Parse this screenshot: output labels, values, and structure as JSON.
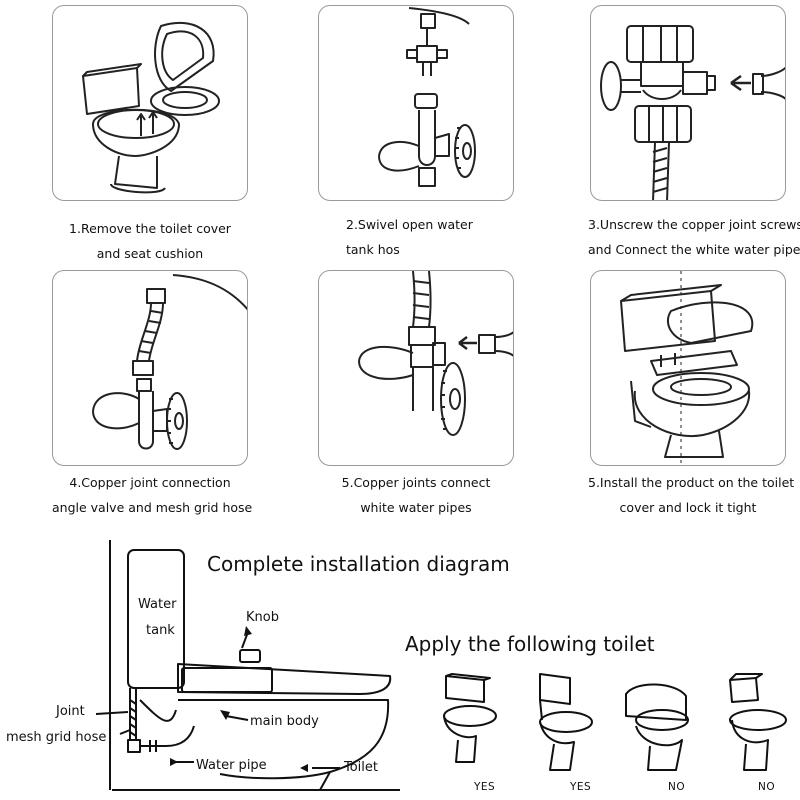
{
  "steps": [
    {
      "line1": "1.Remove the toilet cover",
      "line2": "and seat cushion"
    },
    {
      "line1": "2.Swivel open water",
      "line2": "tank hos"
    },
    {
      "line1": "3.Unscrew the copper joint screws",
      "line2": "and Connect the white water pipe"
    },
    {
      "line1": "4.Copper joint connection",
      "line2": "angle valve and mesh grid hose"
    },
    {
      "line1": "5.Copper joints connect",
      "line2": "white water pipes"
    },
    {
      "line1": "5.Install the product on the toilet",
      "line2": "cover and lock it tight"
    }
  ],
  "diagram": {
    "title": "Complete installation diagram",
    "water_tank_l1": "Water",
    "water_tank_l2": "tank",
    "knob": "Knob",
    "joint": "Joint",
    "mesh_hose": "mesh grid hose",
    "main_body": "main body",
    "water_pipe": "Water pipe",
    "toilet": "Toilet"
  },
  "compat": {
    "title": "Apply the following toilet",
    "labels": [
      "YES",
      "YES",
      "NO",
      "NO"
    ]
  },
  "icons": [
    "toilet-open-lid-icon",
    "angle-valve-icon",
    "copper-joint-icon",
    "mesh-hose-icon",
    "white-pipe-icon",
    "bidet-install-icon"
  ]
}
